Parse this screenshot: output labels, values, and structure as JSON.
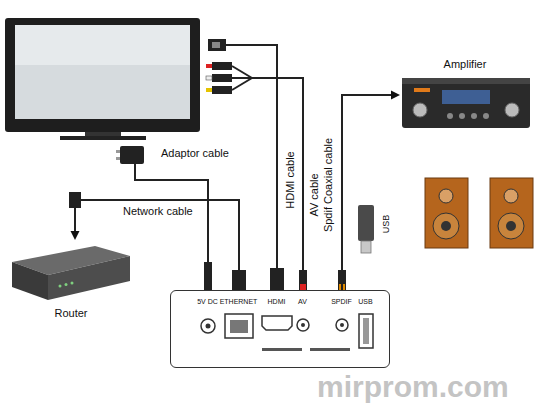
{
  "diagram": {
    "nodes": [
      {
        "text": [
          "Amplifier"
        ]
      },
      {
        "text": [
          "Router"
        ]
      },
      {
        "text": [
          "5V DC",
          "ETHERNET",
          "HDMI",
          "AV",
          "SPDIF",
          "USB"
        ]
      }
    ],
    "edges": [
      {
        "from": 2,
        "to": 1,
        "arrow": "to",
        "label": "Network cable"
      },
      {
        "from": 2,
        "to": 0,
        "arrow": "to",
        "label": "Spdif Coaxial cable"
      }
    ],
    "labels": [
      "Adaptor cable",
      "HDMI cable",
      "AV cable",
      "USB",
      "mirprom.com"
    ]
  }
}
